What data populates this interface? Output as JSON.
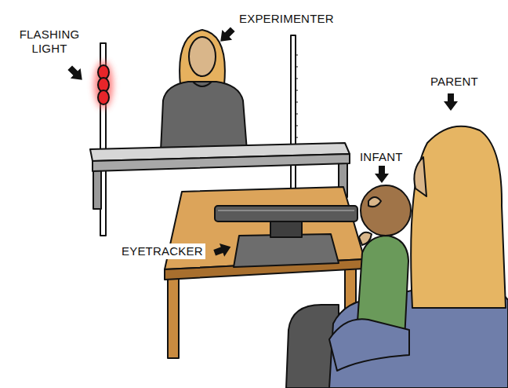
{
  "diagram": {
    "labels": [
      "EXPERIMENTER",
      "FLASHING LIGHT",
      "PARENT",
      "INFANT",
      "EYETRACKER"
    ]
  }
}
